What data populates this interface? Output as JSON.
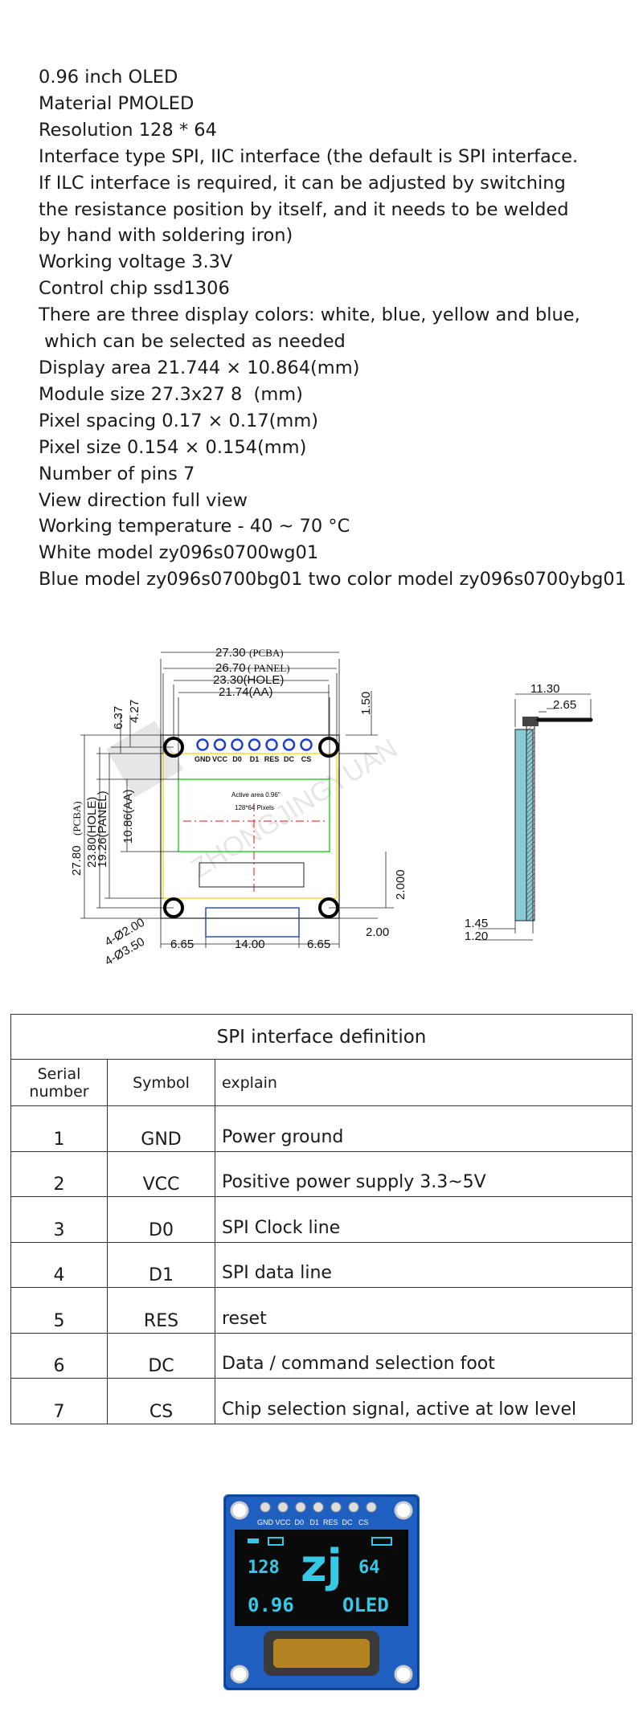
{
  "specs": [
    "0.96 inch OLED",
    "Material PMOLED",
    "Resolution 128 * 64",
    "Interface type SPI, IIC interface (the default is SPI interface.",
    "If ILC interface is required, it can be adjusted by switching",
    "the resistance position by itself, and it needs to be welded",
    "by hand with soldering iron)",
    "Working voltage 3.3V",
    "Control chip ssd1306",
    "There are three display colors: white, blue, yellow and blue,",
    " which can be selected as needed",
    "Display area 21.744 × 10.864(mm)",
    "Module size 27.3x27 8  (mm)",
    "Pixel spacing 0.17 × 0.17(mm)",
    "Pixel size 0.154 × 0.154(mm)",
    "Number of pins 7",
    "View direction full view",
    "Working temperature - 40 ~ 70 °C",
    "White model zy096s0700wg01",
    "Blue model zy096s0700bg01 two color model zy096s0700ybg01"
  ],
  "drawing": {
    "dims": {
      "pcba_width": "27.30",
      "pcba_width_tag": "(PCBA)",
      "panel_width": "26.70",
      "panel_width_tag": "( PANEL)",
      "hole_width": "23.30(HOLE)",
      "aa_width": "21.74(AA)",
      "top_offset_a": "6.37",
      "top_offset_b": "4.27",
      "right_offset": "1.50",
      "pcba_height": "27.80",
      "pcba_height_tag": "(PCBA)",
      "hole_height": "23.80(HOLE)",
      "panel_height": "19.26(PANEL)",
      "aa_height": "10.86(AA)",
      "bottom_gap": "2.000",
      "hole_small": "4-Ø2.00",
      "hole_large": "4-Ø3.50",
      "bottom_left": "6.65",
      "bottom_mid": "14.00",
      "bottom_right": "6.65",
      "bottom_edge": "2.00",
      "side_total": "11.30",
      "side_pin": "2.65",
      "side_thick_a": "1.45",
      "side_thick_b": "1.20"
    },
    "pin_labels": [
      "GND",
      "VCC",
      "D0",
      "D1",
      "RES",
      "DC",
      "CS"
    ],
    "active_area_line1": "Active area 0.96\"",
    "active_area_line2": "128*64 Pixels",
    "watermark": "ZHONGJINGYUAN"
  },
  "pin_table": {
    "title": "SPI interface definition",
    "col_serial": "Serial\nnumber",
    "col_symbol": "Symbol",
    "col_explain": "explain",
    "rows": [
      {
        "serial": "1",
        "symbol": "GND",
        "explain": "Power ground"
      },
      {
        "serial": "2",
        "symbol": "VCC",
        "explain": "Positive power supply 3.3~5V"
      },
      {
        "serial": "3",
        "symbol": "D0",
        "explain": "SPI Clock line"
      },
      {
        "serial": "4",
        "symbol": "D1",
        "explain": "SPI data line"
      },
      {
        "serial": "5",
        "symbol": "RES",
        "explain": "reset"
      },
      {
        "serial": "6",
        "symbol": "DC",
        "explain": "Data / command selection foot"
      },
      {
        "serial": "7",
        "symbol": "CS",
        "explain": "Chip selection signal, active at low level"
      }
    ]
  },
  "photo": {
    "pin_labels": "GND VCC  D0   D1  RES  DC   CS",
    "screen_left_num": "128",
    "screen_logo": "zj",
    "screen_right_num": "64",
    "screen_bottom_left": "0.96",
    "screen_bottom_right": "OLED",
    "accent": "#1f5fbf",
    "screen_color": "#35c9e8"
  }
}
